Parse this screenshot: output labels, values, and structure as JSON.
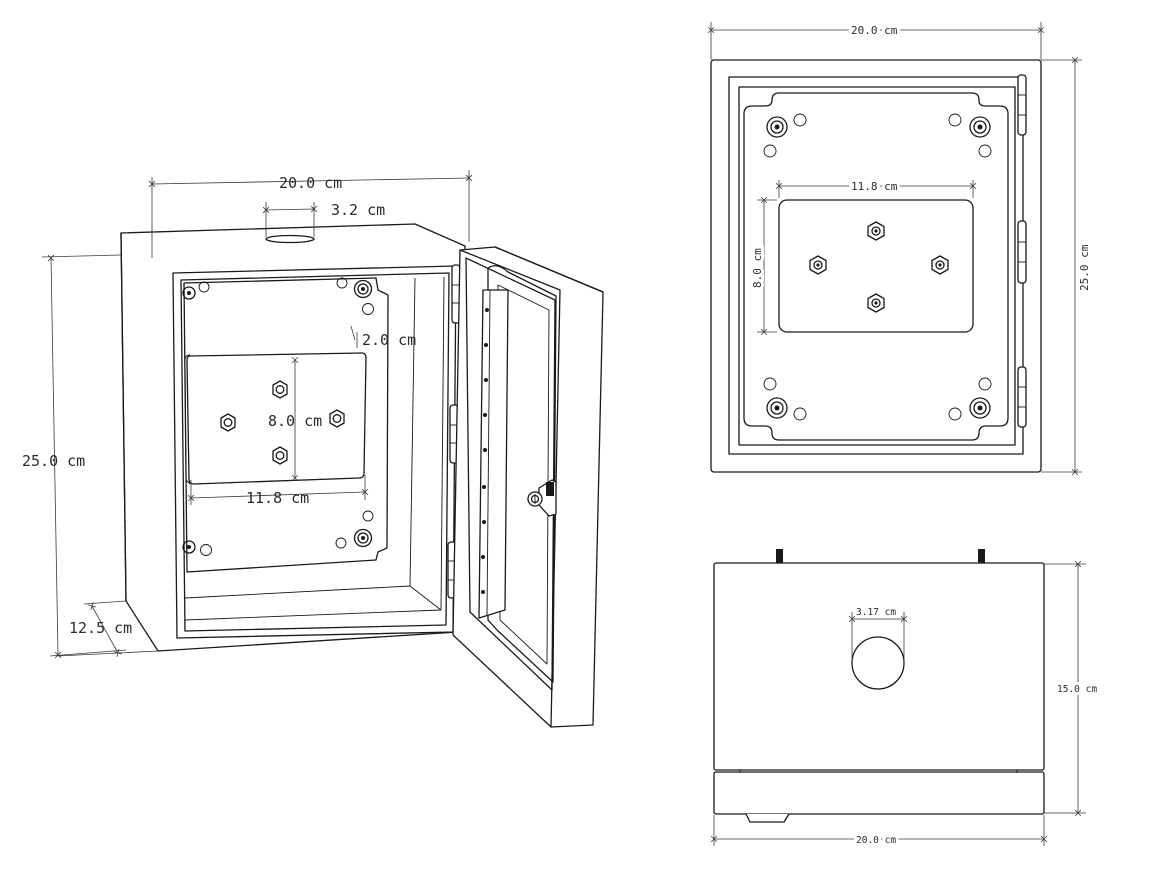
{
  "dimensions": {
    "iso_width": "20.0 cm",
    "iso_conduit": "3.2 cm",
    "iso_offset": "2.0 cm",
    "iso_plate_height": "8.0 cm",
    "iso_plate_width": "11.8 cm",
    "iso_height": "25.0 cm",
    "iso_depth": "12.5 cm",
    "front_width": "20.0 cm",
    "front_plate_width": "11.8 cm",
    "front_plate_height": "8.0 cm",
    "front_height": "25.0 cm",
    "top_hole": "3.17 cm",
    "top_depth": "15.0 cm",
    "top_width": "20.0 cm"
  }
}
